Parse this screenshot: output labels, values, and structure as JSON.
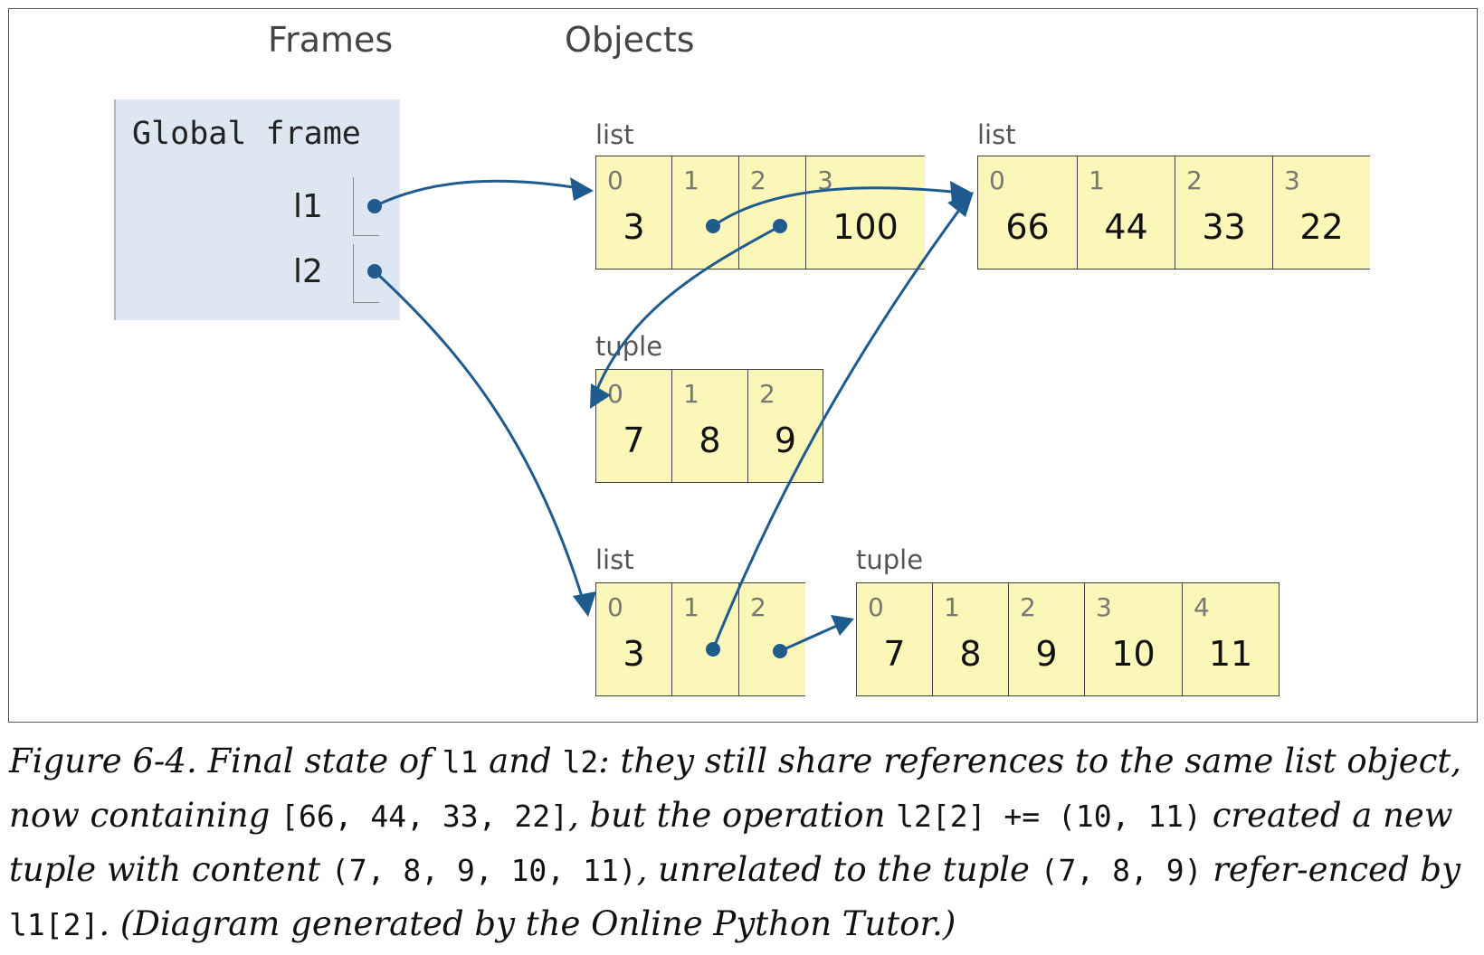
{
  "headers": {
    "frames": "Frames",
    "objects": "Objects"
  },
  "frame": {
    "title": "Global frame",
    "vars": [
      {
        "name": "l1"
      },
      {
        "name": "l2"
      }
    ]
  },
  "objects": {
    "list_a": {
      "type": "list",
      "indices": [
        "0",
        "1",
        "2",
        "3"
      ],
      "values": [
        "3",
        "",
        "",
        "100"
      ]
    },
    "list_b": {
      "type": "list",
      "indices": [
        "0",
        "1",
        "2",
        "3"
      ],
      "values": [
        "66",
        "44",
        "33",
        "22"
      ]
    },
    "tuple_a": {
      "type": "tuple",
      "indices": [
        "0",
        "1",
        "2"
      ],
      "values": [
        "7",
        "8",
        "9"
      ]
    },
    "list_c": {
      "type": "list",
      "indices": [
        "0",
        "1",
        "2"
      ],
      "values": [
        "3",
        "",
        ""
      ]
    },
    "tuple_b": {
      "type": "tuple",
      "indices": [
        "0",
        "1",
        "2",
        "3",
        "4"
      ],
      "values": [
        "7",
        "8",
        "9",
        "10",
        "11"
      ]
    }
  },
  "colors": {
    "arrow": "#1f5b8e",
    "cell_bg": "#faf7b9",
    "frame_bg": "#dee6f2"
  },
  "caption": {
    "p1": "Figure 6-4. Final state of ",
    "c1": "l1",
    "p2": " and ",
    "c2": "l2",
    "p3": ": they still share references to the same list object, now containing ",
    "c3": "[66, 44, 33, 22]",
    "p4": ", but the operation ",
    "c4": "l2[2] += (10, 11)",
    "p5": " created a new tuple with content ",
    "c5": "(7, 8, 9, 10, 11)",
    "p6": ", unrelated to the tuple ",
    "c6": "(7, 8, 9)",
    "p7": " refer-enced by ",
    "c7": "l1[2]",
    "p8": ". (Diagram generated by the Online Python Tutor.)"
  }
}
